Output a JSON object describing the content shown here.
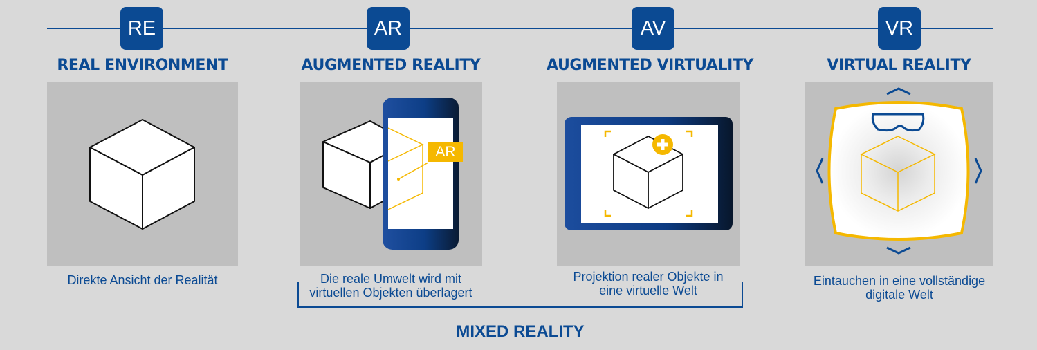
{
  "stages": [
    {
      "badge": "RE",
      "title": "REAL ENVIRONMENT",
      "description": [
        "Direkte Ansicht der Realität"
      ]
    },
    {
      "badge": "AR",
      "title": "AUGMENTED REALITY",
      "description": [
        "Die reale Umwelt wird mit",
        "virtuellen Objekten überlagert"
      ]
    },
    {
      "badge": "AV",
      "title": "AUGMENTED VIRTUALITY",
      "description": [
        "Projektion realer Objekte in",
        "eine virtuelle Welt"
      ]
    },
    {
      "badge": "VR",
      "title": "VIRTUAL REALITY",
      "description": [
        "Eintauchen in eine vollständige",
        "digitale Welt"
      ]
    }
  ],
  "ar_overlay_label": "AR",
  "mixed_reality_label": "MIXED REALITY",
  "icons": [
    "cube-icon",
    "smartphone-icon",
    "tablet-icon",
    "plus-icon",
    "vr-headset-icon",
    "arrow-icon"
  ],
  "colors": {
    "primary": "#0b4a93",
    "accent": "#f5b800",
    "background": "#d9d9d9",
    "panel": "#bfbfbf"
  }
}
